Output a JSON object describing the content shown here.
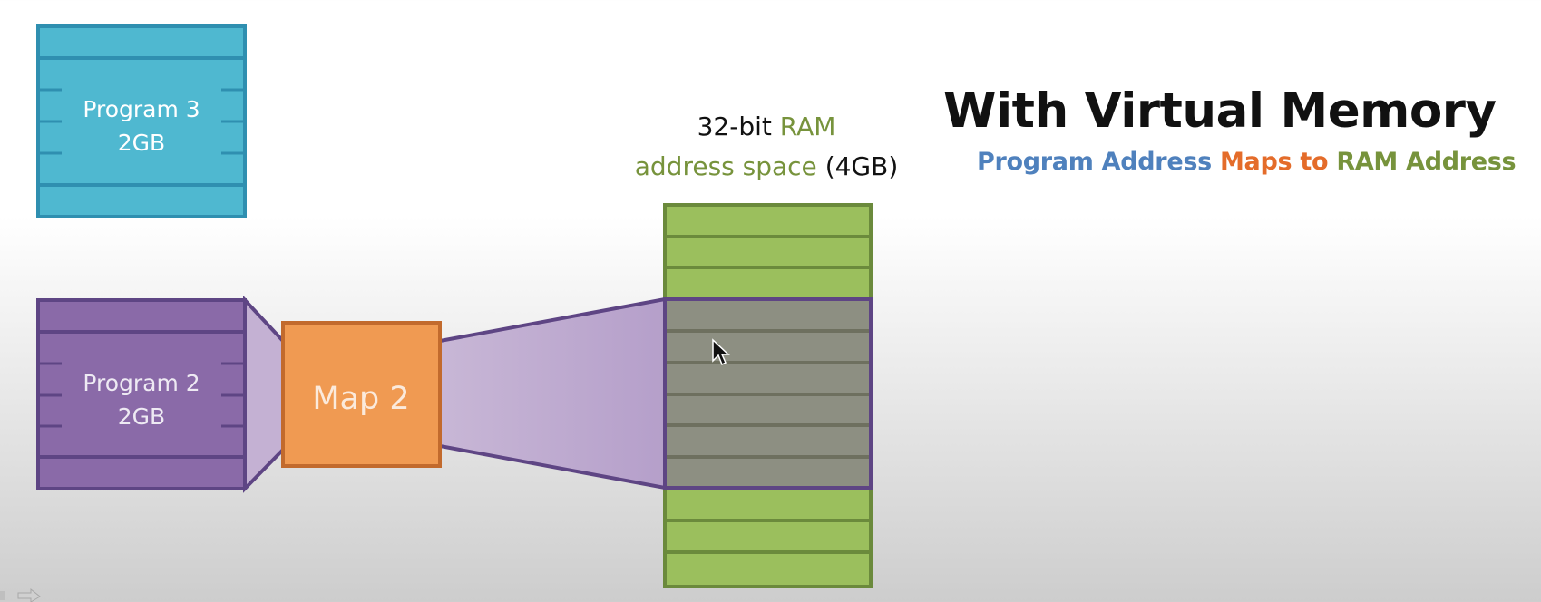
{
  "title": "With Virtual Memory",
  "subtitle": {
    "part1": "Program Address",
    "part2": "Maps to",
    "part3": "RAM Address"
  },
  "ram": {
    "caption_line1_a": "32-bit",
    "caption_line1_b": "RAM",
    "caption_line2_a": "address space",
    "caption_line2_b": "(4GB)"
  },
  "program3": {
    "line1": "Program 3",
    "line2": "2GB"
  },
  "program2": {
    "line1": "Program 2",
    "line2": "2GB"
  },
  "map2": {
    "label": "Map 2"
  },
  "colors": {
    "program3_fill": "#4fb8d0",
    "program3_stroke": "#2f8fb0",
    "program2_fill": "#8a6aa8",
    "program2_stroke": "#5e4584",
    "map_fill": "#f09a52",
    "map_stroke": "#c26a2d",
    "ram_fill": "#9bbf5d",
    "ram_stroke": "#6b8a3c",
    "mapped_overlay": "#8d8f82",
    "funnel_fill": "#c4b1d3",
    "blue_text": "#4f81bd",
    "orange_text": "#e46c2a",
    "green_text": "#77933c"
  },
  "icons": [
    "cursor-arrow-icon",
    "slide-nav-icon"
  ]
}
